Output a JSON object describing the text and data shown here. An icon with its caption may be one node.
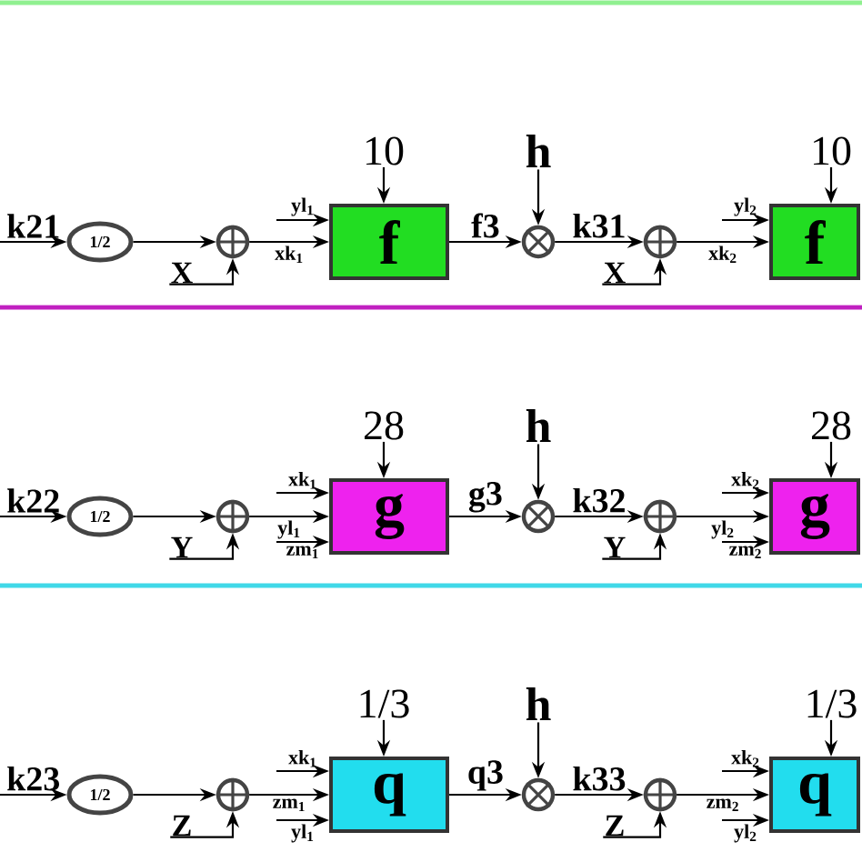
{
  "diagram": {
    "nodes": [
      {
        "text": [
          "1/2"
        ]
      },
      {
        "text": [],
        "shape": "circle"
      },
      {
        "text": [
          "X"
        ]
      },
      {
        "text": [
          "f"
        ]
      },
      {
        "text": [
          "10"
        ]
      },
      {
        "text": [],
        "shape": "circle"
      },
      {
        "text": [
          "h"
        ]
      },
      {
        "text": [],
        "shape": "circle"
      },
      {
        "text": [
          "X"
        ]
      },
      {
        "text": [
          "f"
        ]
      },
      {
        "text": [
          "10"
        ]
      },
      {
        "text": [
          "1/2"
        ]
      },
      {
        "text": [],
        "shape": "circle"
      },
      {
        "text": [
          "Y"
        ]
      },
      {
        "text": [
          "g"
        ]
      },
      {
        "text": [
          "28"
        ]
      },
      {
        "text": [],
        "shape": "circle"
      },
      {
        "text": [
          "h"
        ]
      },
      {
        "text": [],
        "shape": "circle"
      },
      {
        "text": [
          "Y"
        ]
      },
      {
        "text": [
          "g"
        ]
      },
      {
        "text": [
          "28"
        ]
      },
      {
        "text": [
          "1/2"
        ]
      },
      {
        "text": [],
        "shape": "circle"
      },
      {
        "text": [
          "Z"
        ]
      },
      {
        "text": [
          "q"
        ]
      },
      {
        "text": [
          "1/3"
        ]
      },
      {
        "text": [],
        "shape": "circle"
      },
      {
        "text": [
          "h"
        ]
      },
      {
        "text": [],
        "shape": "circle"
      },
      {
        "text": [
          "Z"
        ]
      },
      {
        "text": [
          "q"
        ]
      },
      {
        "text": [
          "1/3"
        ]
      }
    ],
    "edges": [
      {
        "from": null,
        "to": 0,
        "label": "k21",
        "arrow": "to"
      },
      {
        "from": 0,
        "to": 1,
        "arrow": "to"
      },
      {
        "from": 2,
        "to": 1,
        "arrow": "to"
      },
      {
        "from": 1,
        "to": 3,
        "label": "xk$_{1}$",
        "arrow": "to"
      },
      {
        "from": null,
        "to": 3,
        "label": "yl$_{1}$",
        "arrow": "to"
      },
      {
        "from": 4,
        "to": 3,
        "arrow": "to"
      },
      {
        "from": 3,
        "to": 5,
        "label": "f3",
        "arrow": "to"
      },
      {
        "from": 6,
        "to": 5,
        "arrow": "to"
      },
      {
        "from": 5,
        "to": 7,
        "label": "k31",
        "arrow": "to"
      },
      {
        "from": 8,
        "to": 7,
        "arrow": "to"
      },
      {
        "from": 7,
        "to": 9,
        "label": "xk$_{2}$",
        "arrow": "to"
      },
      {
        "from": null,
        "to": 9,
        "label": "yl$_{2}$",
        "arrow": "to"
      },
      {
        "from": 10,
        "to": 9,
        "arrow": "to"
      },
      {
        "from": null,
        "to": 11,
        "label": "k22",
        "arrow": "to"
      },
      {
        "from": 11,
        "to": 12,
        "arrow": "to"
      },
      {
        "from": 13,
        "to": 12,
        "arrow": "to"
      },
      {
        "from": 12,
        "to": 14,
        "label": "yl$_{1}$",
        "arrow": "to"
      },
      {
        "from": null,
        "to": 14,
        "label": "xk$_{1}$",
        "arrow": "to"
      },
      {
        "from": null,
        "to": 14,
        "label": "zm$_{1}$",
        "arrow": "to"
      },
      {
        "from": 15,
        "to": 14,
        "arrow": "to"
      },
      {
        "from": 14,
        "to": 16,
        "label": "g3",
        "arrow": "to"
      },
      {
        "from": 17,
        "to": 16,
        "arrow": "to"
      },
      {
        "from": 16,
        "to": 18,
        "label": "k32",
        "arrow": "to"
      },
      {
        "from": 19,
        "to": 18,
        "arrow": "to"
      },
      {
        "from": 18,
        "to": 20,
        "label": "yl$_{2}$",
        "arrow": "to"
      },
      {
        "from": null,
        "to": 20,
        "label": "xk$_{2}$",
        "arrow": "to"
      },
      {
        "from": null,
        "to": 20,
        "label": "zm$_{2}$",
        "arrow": "to"
      },
      {
        "from": 21,
        "to": 20,
        "arrow": "to"
      },
      {
        "from": null,
        "to": 22,
        "label": "k23",
        "arrow": "to"
      },
      {
        "from": 22,
        "to": 23,
        "arrow": "to"
      },
      {
        "from": 24,
        "to": 23,
        "arrow": "to"
      },
      {
        "from": 23,
        "to": 25,
        "label": "zm$_{1}$",
        "arrow": "to"
      },
      {
        "from": null,
        "to": 25,
        "label": "xk$_{1}$",
        "arrow": "to"
      },
      {
        "from": null,
        "to": 25,
        "label": "yl$_{1}$",
        "arrow": "to"
      },
      {
        "from": 26,
        "to": 25,
        "arrow": "to"
      },
      {
        "from": 25,
        "to": 27,
        "label": "q3",
        "arrow": "to"
      },
      {
        "from": 28,
        "to": 27,
        "arrow": "to"
      },
      {
        "from": 27,
        "to": 29,
        "label": "k33",
        "arrow": "to"
      },
      {
        "from": 30,
        "to": 29,
        "arrow": "to"
      },
      {
        "from": 29,
        "to": 31,
        "label": "zm$_{2}$",
        "arrow": "to"
      },
      {
        "from": null,
        "to": 31,
        "label": "xk$_{2}$",
        "arrow": "to"
      },
      {
        "from": null,
        "to": 31,
        "label": "yl$_{2}$",
        "arrow": "to"
      },
      {
        "from": 32,
        "to": 31,
        "arrow": "to"
      }
    ]
  }
}
